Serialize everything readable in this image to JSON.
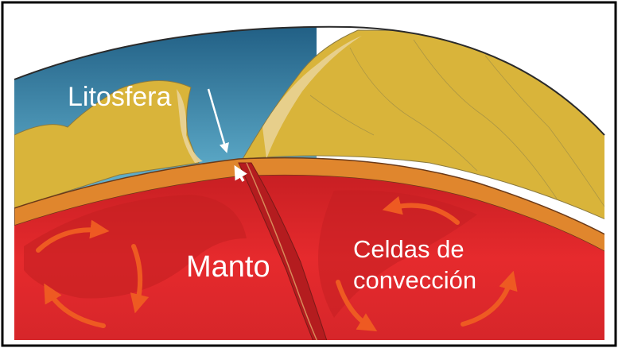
{
  "diagram": {
    "labels": {
      "lithosphere": "Litosfera",
      "mantle": "Manto",
      "convection_line1": "Celdas de",
      "convection_line2": "convección"
    },
    "colors": {
      "frame": "#000000",
      "sky": "#ffffff",
      "ocean": "#4a9cc0",
      "continent": "#d9b43a",
      "lithosphere_band": "#e0862d",
      "mantle": "#e0262a",
      "mantle_dark": "#b31d20",
      "arrow": "#ee5a22",
      "text": "#ffffff"
    }
  }
}
